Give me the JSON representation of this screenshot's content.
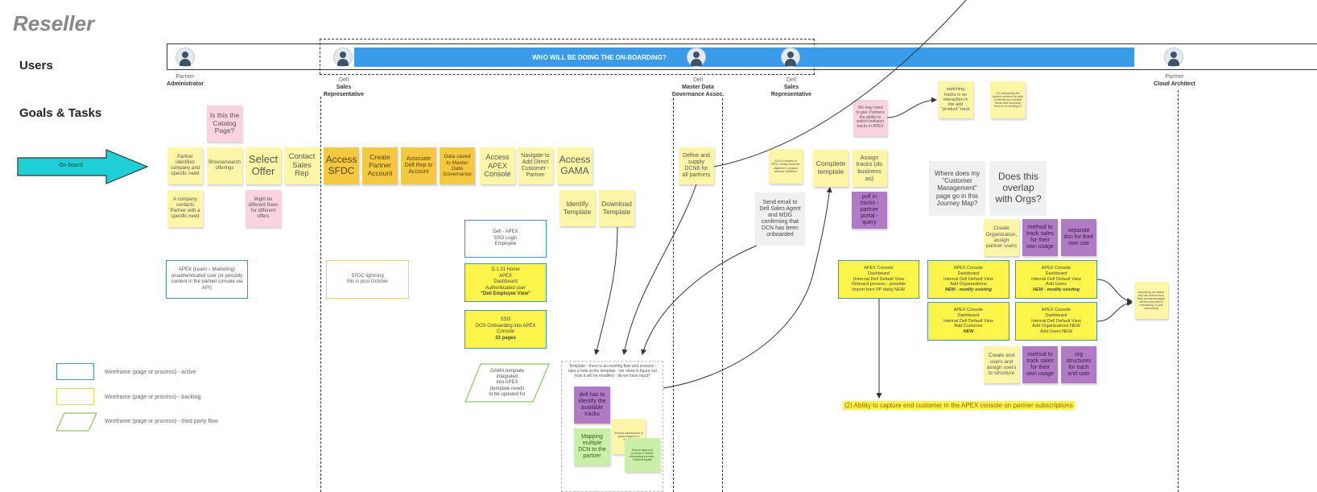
{
  "header": {
    "title": "Reseller",
    "row_users": "Users",
    "row_goals": "Goals & Tasks"
  },
  "banner": {
    "text": "WHO WILL BE DOING THE ON-BOARDING?",
    "color": "#3a9ce8"
  },
  "personas": {
    "partner_admin": {
      "line1": "Partner",
      "line2": "Administrator"
    },
    "dell_sales": {
      "line1": "Dell",
      "line2": "Sales",
      "line3": "Representative"
    },
    "master_data": {
      "line1": "Dell",
      "line2": "Master Data",
      "line3": "Governance Assoc."
    },
    "dell_sales_2": {
      "line1": "Dell",
      "line2": "Sales",
      "line3": "Representative"
    },
    "cloud_architect": {
      "line1": "Partner",
      "line2": "Cloud Architect"
    }
  },
  "onboard_arrow": {
    "label": "On-board",
    "color": "#1ecfd6"
  },
  "stickies": {
    "catalog_page": "Is this the Catalog Page?",
    "partner_identifies": "Partner identifies company and specific need",
    "browse_offerings": "Browse/search offerings",
    "select_offer": "Select Offer",
    "contact_sales": "Contact Sales Rep",
    "company_contacts": "A company contacts Partner with a specific need",
    "different_flows": "Might be different flows for different offers",
    "access_sfdc": "Access SFDC",
    "create_partner": "Create Partner Account",
    "associate_dell": "Associate Dell Rep to Account",
    "data_saved": "Data saved to Master Data Governance",
    "access_apex": "Access APEX Console",
    "navigate_direct": "Navigate to Add Direct Customer - Partner",
    "access_gama": "Access GAMA",
    "identify_template": "Identify Template",
    "download_template": "Download Template",
    "define_supply": "Define and supply DCN6 for all partners",
    "dcn_small": "DCN is created in SFDC during customer alignment, physical address validation",
    "send_email": "Send email to Dell Sales Agent and MDG confirming that DCN has been onboarded",
    "complete_template": "Complete template",
    "assign_tracks": "Assign tracks (do business as)",
    "pull_tracks": "pull in tracks - partner portal - query",
    "maybe_need": "We may need to give Partners the ability to switch between tracks in APEX",
    "switching_tracks": "switching tracks is an interaction in the add \"product\" track",
    "onboarding_small": "On onboarding the system needs to be able to identify the possible tracks and associate them to an existing ID",
    "where_does": "Where does my \"Customer Management\" page go in this Journey Map?",
    "does_overlap": "Does this overlap with Orgs?",
    "create_org": "Create Organization, assign partner users",
    "method_track": "method to track sales for their own usage",
    "separate_dcn": "separate dcn for their own use",
    "create_end": "Create end users and assign users to structure",
    "method_track_2": "method to track sales for their own usage",
    "org_structures": "org structures for each end user",
    "right_small": "something we added that will receive from their permission/rights will become part of onboarding or post onboarding",
    "dell_identify": "dell has to identify the available tracks",
    "mapping_dcn": "Mapping multiple DCN to the partner",
    "several_small": "Several submissions to gama stages in a workflow",
    "finance_small": "finance approval process in GAMA onboarding process - GAMA template"
  },
  "boxes": {
    "apex_learn": "APEX (Learn – Marketing) unauthenticated user (or possibly content in the partner console via API)",
    "sfdc_lightning": [
      "SFDC lightning",
      "this is post October"
    ],
    "dell_apex_sso": [
      "Dell - APEX",
      "SSO Login",
      "Employee"
    ],
    "d101_home": [
      "D.1.01 Home",
      "APEX",
      "Dashboard",
      "Authenticated user",
      "\"Dell Employee View\""
    ],
    "sso_dcn": [
      "SSO",
      "DCN Onboarding into APEX Console",
      "33 pages"
    ],
    "gama_template": [
      "GAMA template",
      "integrated",
      "into APEX",
      "(template needs",
      "to be updated for"
    ],
    "template_note": "Template - there is an existing flow and screens - take a look at the template - we need to figure out how it will be modified - do we have input?",
    "apex_onboard": [
      "APEX Console",
      "Dashboard",
      "(Internal Dell Default View",
      "Onboard process - possible",
      "import from PP data) NEW"
    ],
    "apex_orgs": [
      "APEX Console",
      "Dashboard",
      "Internal Dell Default View",
      "Add Organizations",
      "NEW - modify existing"
    ],
    "apex_users": [
      "APEX Console",
      "Dashboard",
      "Internal Dell Default View",
      "Add Users",
      "NEW - modify existing"
    ],
    "apex_customer": [
      "APEX Console",
      "Dashboard",
      "Internal Dell Default View",
      "Add Customer",
      "NEW"
    ],
    "apex_orgs_users": [
      "APEX Console",
      "Dashboard",
      "Internal Dell Default View",
      "Add Organizations NEW",
      "Add Users NEW"
    ]
  },
  "highlight_note": "(2) Ability to capture end customer in the APEX console on partner subscriptions",
  "legend": [
    {
      "label": "Wireframe (page or process) - active",
      "color": "#4a90c8"
    },
    {
      "label": "Wireframe (page or process) - backlog",
      "color": "#f0d860"
    },
    {
      "label": "Wireframe (page or process) - third party flow",
      "color": "#8cc86a"
    }
  ]
}
